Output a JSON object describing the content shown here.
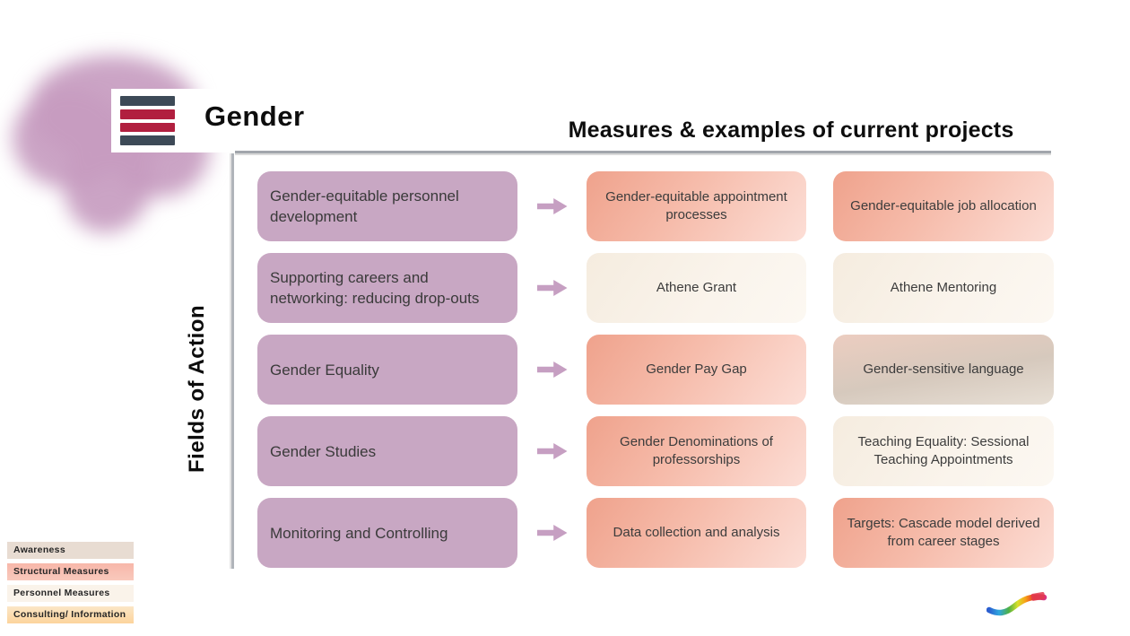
{
  "slide": {
    "title": "Gender",
    "subtitle": "Measures & examples of current projects",
    "fields_of_action_label": "Fields of Action"
  },
  "logo": {
    "description": "four horizontal stripes logo",
    "stripe_colors": [
      "#3d4a57",
      "#b11f3f",
      "#b11f3f",
      "#3d4a57"
    ]
  },
  "colors": {
    "field_box": "#c8a7c3",
    "flow_arrow": "#c69fc2",
    "structural_measures": "#f0a58f",
    "personnel_measures": "#f8f1e7",
    "awareness": "#d9ccc0",
    "consulting_information": "#fcd9a6",
    "blob": "#c79cc0",
    "logo_dark": "#3d4a57",
    "logo_red": "#b11f3f"
  },
  "icons": {
    "flow_arrow": "right-block-arrow",
    "swoosh": "rainbow-swoosh"
  },
  "rows": [
    {
      "field": "Gender-equitable personnel development",
      "measure": {
        "label": "Gender-equitable appointment processes",
        "category": "Structural Measures"
      },
      "example": {
        "label": "Gender-equitable job allocation",
        "category": "Structural Measures"
      }
    },
    {
      "field": "Supporting careers and networking: reducing drop-outs",
      "measure": {
        "label": "Athene Grant",
        "category": "Personnel Measures"
      },
      "example": {
        "label": "Athene Mentoring",
        "category": "Personnel Measures"
      }
    },
    {
      "field": "Gender Equality",
      "measure": {
        "label": "Gender Pay Gap",
        "category": "Structural Measures"
      },
      "example": {
        "label": "Gender-sensitive language",
        "category": "Awareness"
      }
    },
    {
      "field": "Gender Studies",
      "measure": {
        "label": "Gender Denominations of professorships",
        "category": "Structural Measures"
      },
      "example": {
        "label": "Teaching Equality: Sessional Teaching Appointments",
        "category": "Personnel Measures"
      }
    },
    {
      "field": "Monitoring and Controlling",
      "measure": {
        "label": "Data collection and analysis",
        "category": "Structural Measures"
      },
      "example": {
        "label": "Targets: Cascade model derived from career stages",
        "category": "Structural Measures"
      }
    }
  ],
  "legend": {
    "items": [
      {
        "label": "Awareness",
        "category": "awareness"
      },
      {
        "label": "Structural Measures",
        "category": "structural"
      },
      {
        "label": "Personnel Measures",
        "category": "personnel"
      },
      {
        "label": "Consulting/ Information",
        "category": "consulting"
      }
    ]
  }
}
